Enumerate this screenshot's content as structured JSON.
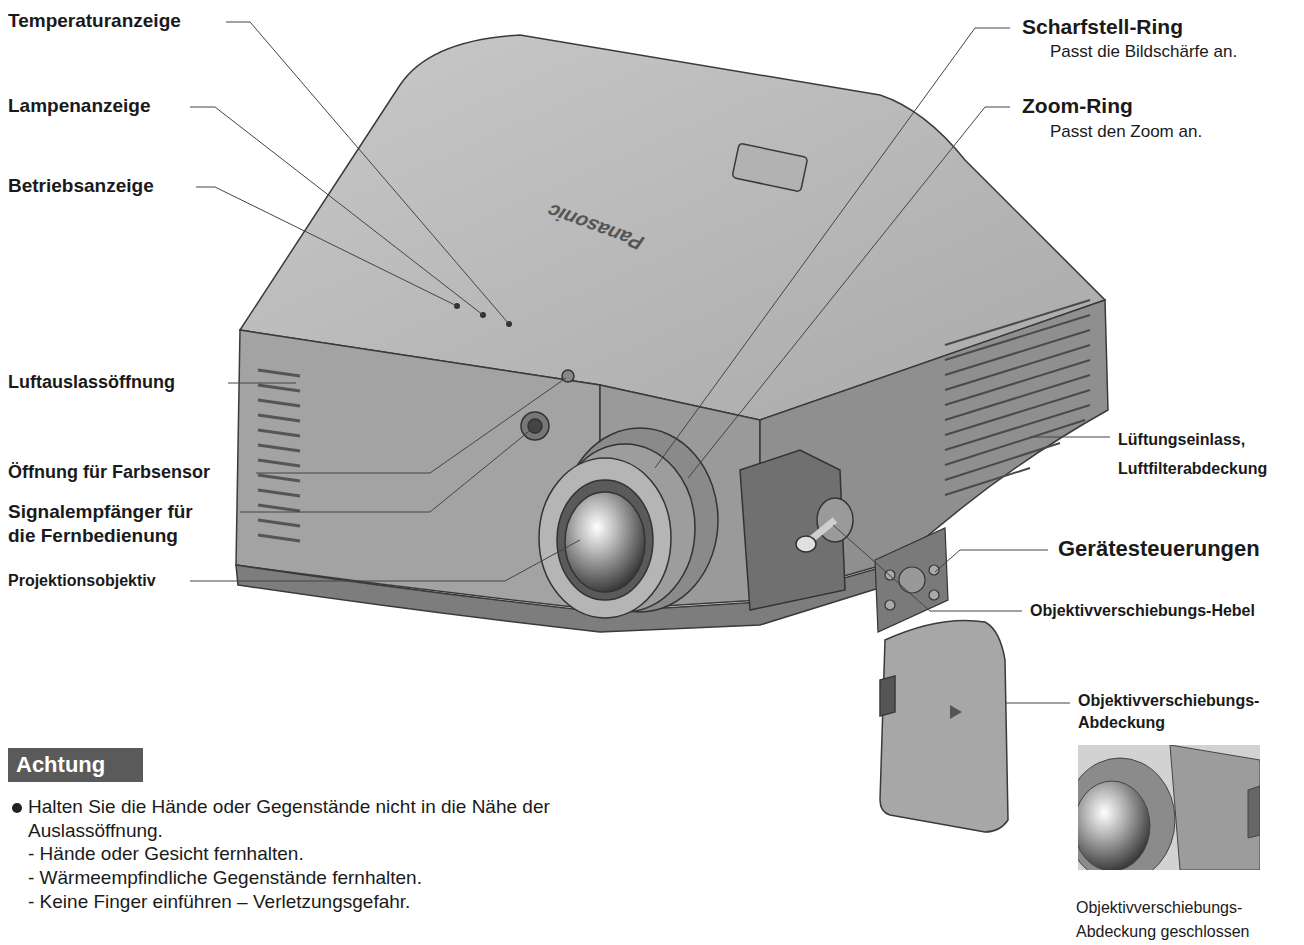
{
  "diagram": {
    "nodes": [
      {
        "text": [
          "Achtung"
        ]
      }
    ],
    "edges": [],
    "labels": [
      "Temperaturanzeige",
      "Lampenanzeige",
      "Betriebsanzeige",
      "Luftauslassöffnung",
      "Öffnung für Farbsensor",
      "Signalempfänger für die Fernbedienung",
      "Projektionsobjektiv",
      "Scharfstell-Ring",
      "Passt die Bildschärfe an.",
      "Zoom-Ring",
      "Passt den Zoom an.",
      "Lüftungseinlass, Luftfilterabdeckung",
      "Gerätesteuerungen",
      "Objektivverschiebungs-Hebel",
      "Objektivverschiebungs- Abdeckung",
      "Objektivverschiebungs- Abdeckung geschlossen",
      "Panasonic",
      "Halten Sie die Hände oder Gegenstände nicht in die Nähe der Auslassöffnung.",
      "- Hände oder Gesicht fernhalten.",
      "- Wärmeempfindliche Gegenstände fernhalten.",
      "- Keine Finger einführen – Verletzungsgefahr."
    ]
  }
}
